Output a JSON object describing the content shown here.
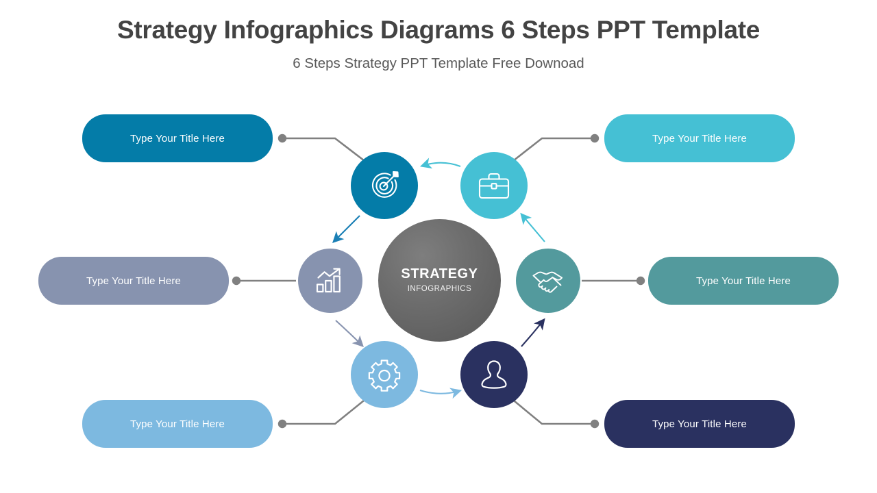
{
  "header": {
    "title": "Strategy Infographics Diagrams 6 Steps PPT Template",
    "subtitle": "6 Steps Strategy PPT Template Free Downoad"
  },
  "center": {
    "main_label": "STRATEGY",
    "sub_label": "INFOGRAPHICS",
    "color": "#6b6b6b"
  },
  "palette": {
    "connector_line": "#808080",
    "connector_dot": "#808080",
    "title_color": "#434343",
    "subtitle_color": "#595959",
    "background": "#ffffff"
  },
  "nodes": [
    {
      "id": "target",
      "icon": "target-arrow-icon",
      "color": "#047ca8",
      "label": "Type Your Title Here",
      "position": "top-left"
    },
    {
      "id": "briefcase",
      "icon": "briefcase-icon",
      "color": "#45c0d4",
      "label": "Type Your Title Here",
      "position": "top-right"
    },
    {
      "id": "chart",
      "icon": "bar-chart-growth-icon",
      "color": "#8793af",
      "label": "Type Your Title Here",
      "position": "middle-left"
    },
    {
      "id": "handshake",
      "icon": "handshake-icon",
      "color": "#539a9d",
      "label": "Type Your Title Here",
      "position": "middle-right"
    },
    {
      "id": "gear",
      "icon": "gear-icon",
      "color": "#7db9e0",
      "label": "Type Your Title Here",
      "position": "bottom-left"
    },
    {
      "id": "person",
      "icon": "person-icon",
      "color": "#2a3160",
      "label": "Type Your Title Here",
      "position": "bottom-right"
    }
  ],
  "flow_arrows": [
    {
      "from": "briefcase",
      "to": "target",
      "color": "#45c0d4"
    },
    {
      "from": "target",
      "to": "chart",
      "color": "#1a7fb5"
    },
    {
      "from": "chart",
      "to": "gear",
      "color": "#8793af"
    },
    {
      "from": "gear",
      "to": "person",
      "color": "#7db9e0"
    },
    {
      "from": "person",
      "to": "handshake",
      "color": "#2a3160"
    },
    {
      "from": "handshake",
      "to": "briefcase",
      "color": "#45c0d4"
    }
  ]
}
